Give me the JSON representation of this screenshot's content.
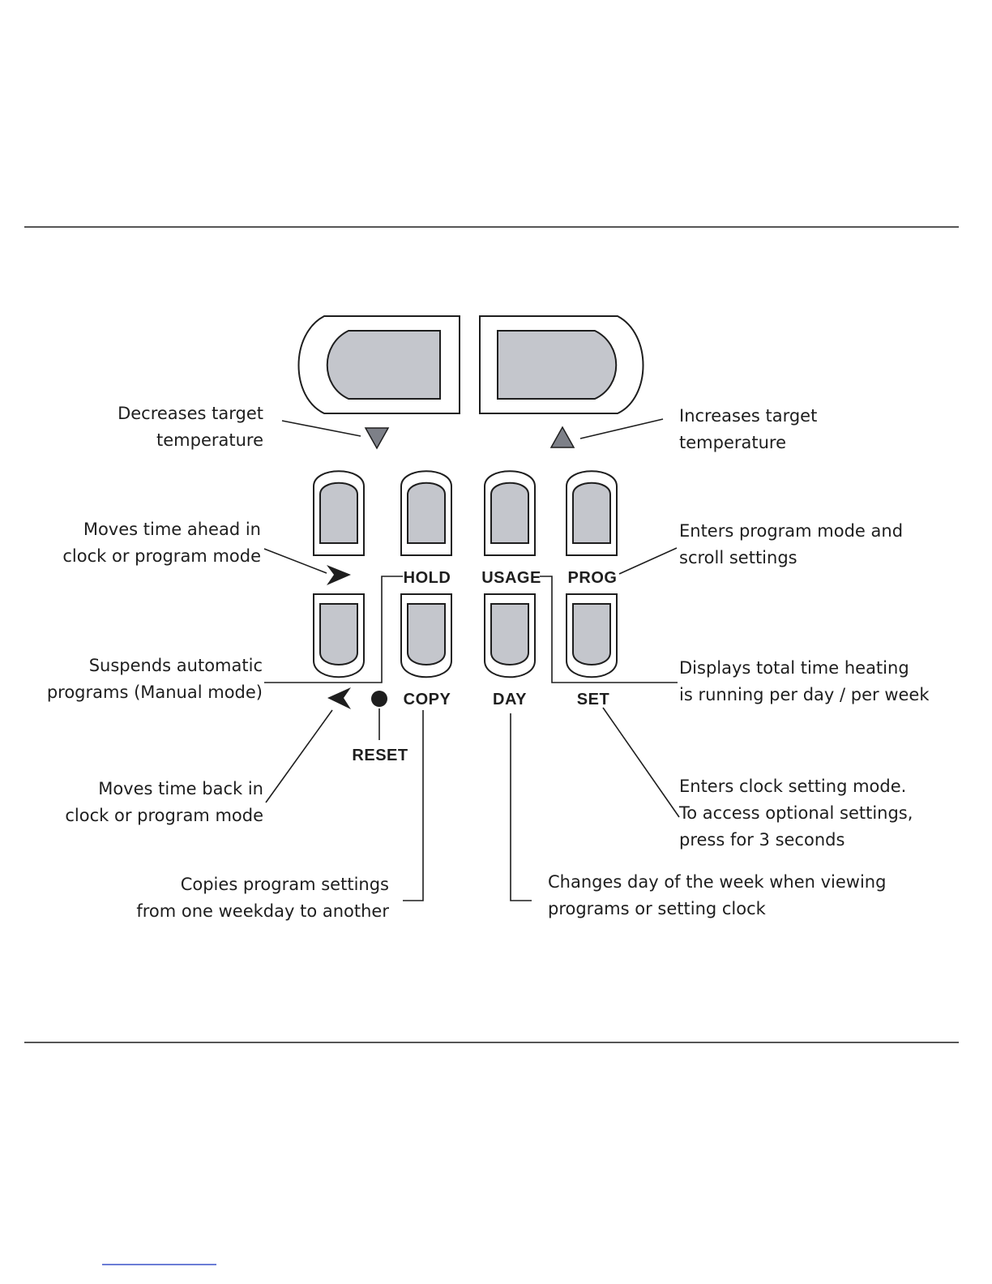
{
  "button_labels": {
    "hold": "HOLD",
    "usage": "USAGE",
    "prog": "PROG",
    "copy": "COPY",
    "day": "DAY",
    "set": "SET",
    "reset": "RESET"
  },
  "callouts": {
    "decrease": [
      "Decreases target",
      "temperature"
    ],
    "increase": [
      "Increases target",
      "temperature"
    ],
    "time_ahead": [
      "Moves time ahead in",
      "clock or program mode"
    ],
    "program_mode": [
      "Enters program mode and",
      "scroll settings"
    ],
    "suspends": [
      "Suspends automatic",
      "programs (Manual mode)"
    ],
    "usage_info": [
      "Displays total time heating",
      "is running per day / per week"
    ],
    "time_back": [
      "Moves time back in",
      "clock or program mode"
    ],
    "clock_setting": [
      "Enters clock setting mode.",
      "To access optional settings,",
      "press for 3 seconds"
    ],
    "copies": [
      "Copies program settings",
      "from one weekday to another"
    ],
    "changes_day": [
      "Changes day of the week when viewing",
      "programs or setting clock"
    ]
  },
  "colors": {
    "pad_fill": "#c4c6cc",
    "outline": "#1e1e1e",
    "triangle_fill": "#7d8088"
  }
}
